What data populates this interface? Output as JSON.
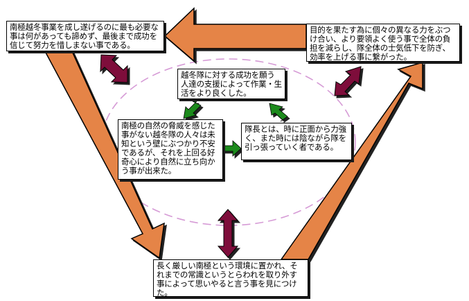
{
  "colors": {
    "big_arrow": "#E58446",
    "double_arrow": "#7E0F3A",
    "small_arrow": "#1A8A1A",
    "ellipse": "#D69BD6"
  },
  "icons": {
    "big_arrow": "orange-block-arrow",
    "double_arrow": "maroon-double-arrow",
    "small_arrow": "green-arrow",
    "ellipse": "dashed-ellipse"
  },
  "boxes": {
    "top_left": "南極越冬事業を成し遂げるのに最も必要な事は何があっても諦めず、最後まで成功を信じて努力を惜しまない事である。",
    "top_right": "目的を果たす為に個々の異なる力をぶつけ合い、より要領よく使う事で全体の負担を減らし、隊全体の士気低下を防ぎ、効率を上げる事に繋がった。",
    "center_top": "越冬隊に対する成功を願う人達の支援によって作業・生活をより良くした。",
    "center_left": "南極の自然の脅威を感じた事がない越冬隊の人々は未知という壁にぶつかり不安であるが、それを上回る好奇心により自然に立ち向かう事が出来た。",
    "center_right": "隊長とは、時に正面から力強く、また時には陰ながら隊を引っ張っていく者である。",
    "bottom": "長く厳しい南極という環境に置かれ、それまでの常識というとらわれを取り外す事によって思いやると言う事を見につけた。"
  }
}
